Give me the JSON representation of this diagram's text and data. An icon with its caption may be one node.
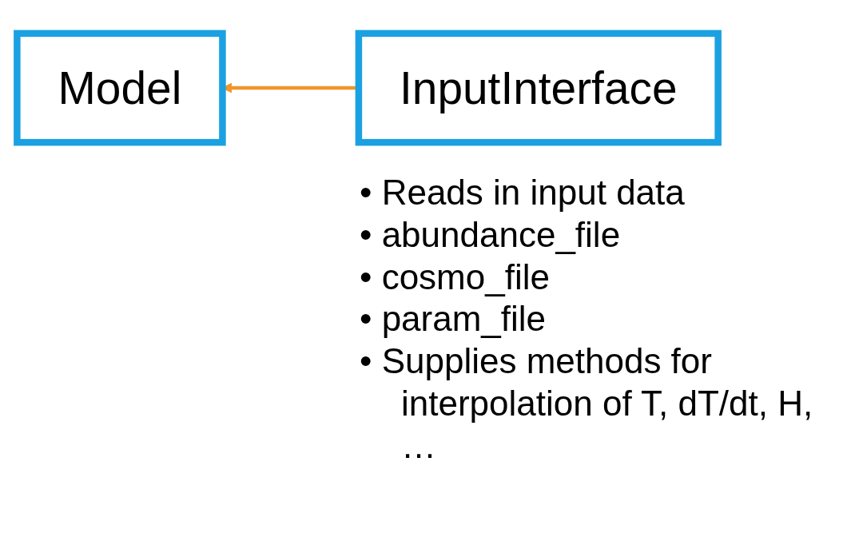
{
  "diagram": {
    "nodes": [
      {
        "text": [
          "InputInterface"
        ]
      },
      {
        "text": [
          "Model"
        ]
      }
    ],
    "edges": [
      {
        "from": 0,
        "to": 1,
        "arrow": "to",
        "color": "#f0962a"
      }
    ],
    "labels": [
      "• Reads in input data",
      "• abundance_file",
      "• cosmo_file",
      "• param_file",
      "• Supplies methods for interpolation of T, dT/dt, H, …"
    ]
  }
}
